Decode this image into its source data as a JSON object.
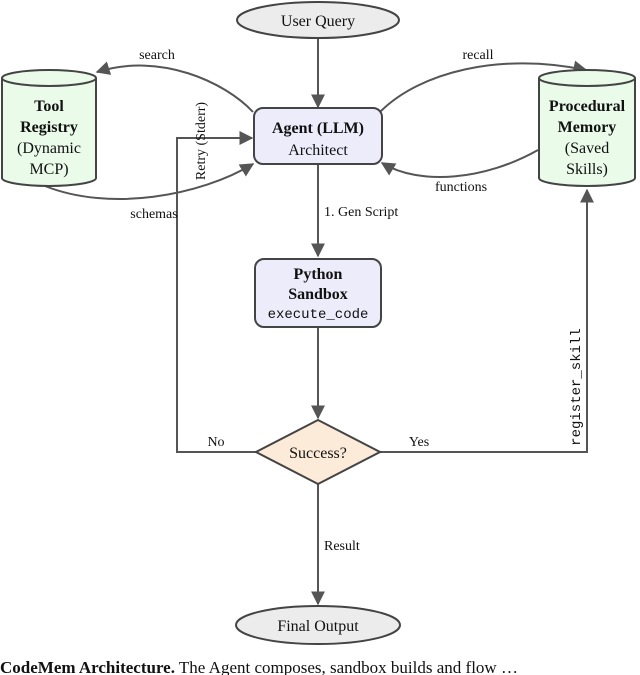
{
  "nodes": {
    "user_query": "User Query",
    "agent_title": "Agent (LLM)",
    "agent_subtitle": "Architect",
    "tool_registry": [
      "Tool",
      "Registry",
      "(Dynamic",
      "MCP)"
    ],
    "procedural_memory": [
      "Procedural",
      "Memory",
      "(Saved",
      "Skills)"
    ],
    "sandbox_title": [
      "Python",
      "Sandbox"
    ],
    "sandbox_code": "execute_code",
    "decision": "Success?",
    "final_output": "Final Output"
  },
  "edges": {
    "search": "search",
    "schemas": "schemas",
    "recall": "recall",
    "functions": "functions",
    "gen_script": "1. Gen Script",
    "retry": "Retry (Stderr)",
    "no": "No",
    "yes": "Yes",
    "register_skill": "register_skill",
    "result": "Result"
  },
  "caption": {
    "bold": "CodeMem Architecture.",
    "text": " The Agent composes, sandbox builds and flow …"
  },
  "colors": {
    "stroke": "#444444",
    "arrow": "#555555",
    "ellipse_fill": "#ececec",
    "cylinder_fill": "#eafbea",
    "agent_fill": "#ececfb",
    "diamond_fill": "#fdebd9"
  }
}
